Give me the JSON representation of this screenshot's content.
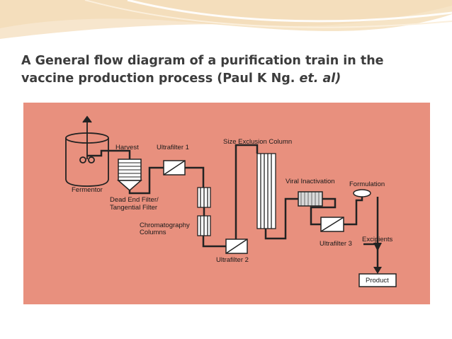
{
  "slide": {
    "title_main": "A General flow diagram of a purification train in the vaccine production process (Paul K Ng. ",
    "title_italic": "et. al)",
    "accent_color": "#f2d9b3",
    "figure_bg": "#e8907e"
  },
  "diagram": {
    "labels": {
      "fermentor": "Fermentor",
      "harvest": "Harvest",
      "ultrafilter1": "Ultrafilter 1",
      "size_exclusion": "Size Exclusion Column",
      "dead_end_1": "Dead End Filter/",
      "dead_end_2": "Tangential Filter",
      "chrom_1": "Chromatography",
      "chrom_2": "Columns",
      "viral_inactivation": "Viral Inactivation",
      "formulation": "Formulation",
      "ultrafilter2": "Ultrafilter 2",
      "ultrafilter3": "Ultrafilter 3",
      "excipients": "Excipients",
      "product": "Product"
    }
  }
}
